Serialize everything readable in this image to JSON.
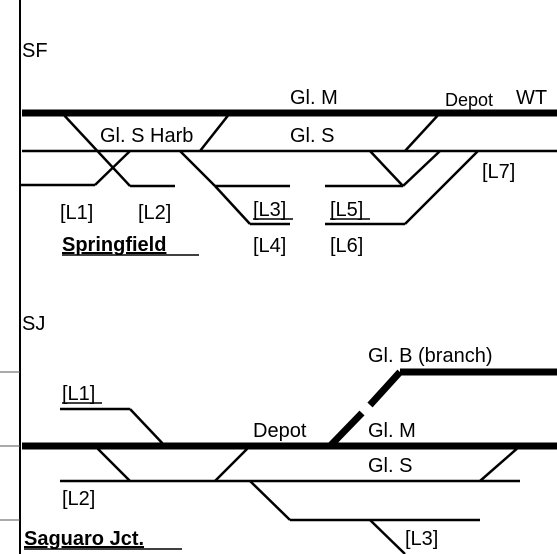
{
  "springfield": {
    "code": "SF",
    "name": "Springfield",
    "track_main": "Gl. M",
    "track_s_harb": "Gl. S Harb",
    "track_s": "Gl. S",
    "depot": "Depot",
    "wt": "WT",
    "l1": "[L1]",
    "l2": "[L2]",
    "l3": "[L3]",
    "l4": "[L4]",
    "l5": "[L5]",
    "l6": "[L6]",
    "l7": "[L7]"
  },
  "saguaro": {
    "code": "SJ",
    "name": "Saguaro Jct.",
    "track_branch": "Gl. B (branch)",
    "track_main": "Gl. M",
    "track_s": "Gl. S",
    "depot": "Depot",
    "l1": "[L1]",
    "l2": "[L2]",
    "l3": "[L3]"
  }
}
